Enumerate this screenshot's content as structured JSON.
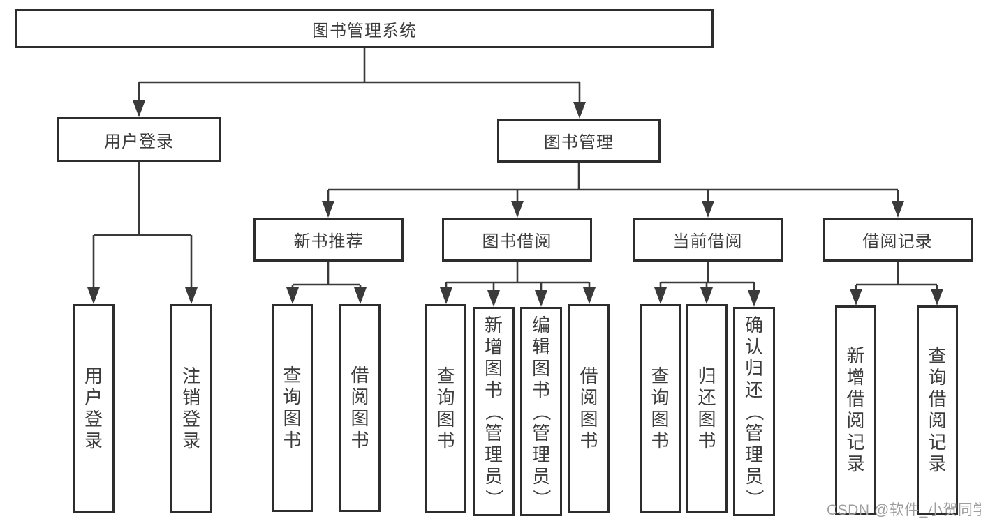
{
  "diagram_title": "图书管理系统",
  "colors": {
    "line": "#3a3a3a",
    "border": "#2d2d2d",
    "text": "#3c3c3c",
    "watermark": "#9e9e9e",
    "background": "#ffffff"
  },
  "nodes": {
    "root": "图书管理系统",
    "user_login": "用户登录",
    "book_mgmt": "图书管理",
    "new_book_rec": "新书推荐",
    "book_borrow": "图书借阅",
    "current_borrow": "当前借阅",
    "borrow_records": "借阅记录",
    "leaf_user_login": "用户登录",
    "leaf_logout": "注销登录",
    "leaf_query_book_1": "查询图书",
    "leaf_borrow_book_1": "借阅图书",
    "leaf_query_book_2": "查询图书",
    "leaf_add_book": "新增图书（管理员）",
    "leaf_edit_book": "编辑图书（管理员）",
    "leaf_borrow_book_2": "借阅图书",
    "leaf_query_book_3": "查询图书",
    "leaf_return_book": "归还图书",
    "leaf_confirm_return": "确认归还（管理员）",
    "leaf_add_record": "新增借阅记录",
    "leaf_query_record": "查询借阅记录"
  },
  "tree": {
    "label": "图书管理系统",
    "children": [
      {
        "label": "用户登录",
        "children": [
          {
            "label": "用户登录"
          },
          {
            "label": "注销登录"
          }
        ]
      },
      {
        "label": "图书管理",
        "children": [
          {
            "label": "新书推荐",
            "children": [
              {
                "label": "查询图书"
              },
              {
                "label": "借阅图书"
              }
            ]
          },
          {
            "label": "图书借阅",
            "children": [
              {
                "label": "查询图书"
              },
              {
                "label": "新增图书（管理员）"
              },
              {
                "label": "编辑图书（管理员）"
              },
              {
                "label": "借阅图书"
              }
            ]
          },
          {
            "label": "当前借阅",
            "children": [
              {
                "label": "查询图书"
              },
              {
                "label": "归还图书"
              },
              {
                "label": "确认归还（管理员）"
              }
            ]
          },
          {
            "label": "借阅记录",
            "children": [
              {
                "label": "新增借阅记录"
              },
              {
                "label": "查询借阅记录"
              }
            ]
          }
        ]
      }
    ]
  },
  "watermark": "CSDN @软件_小贺同学"
}
